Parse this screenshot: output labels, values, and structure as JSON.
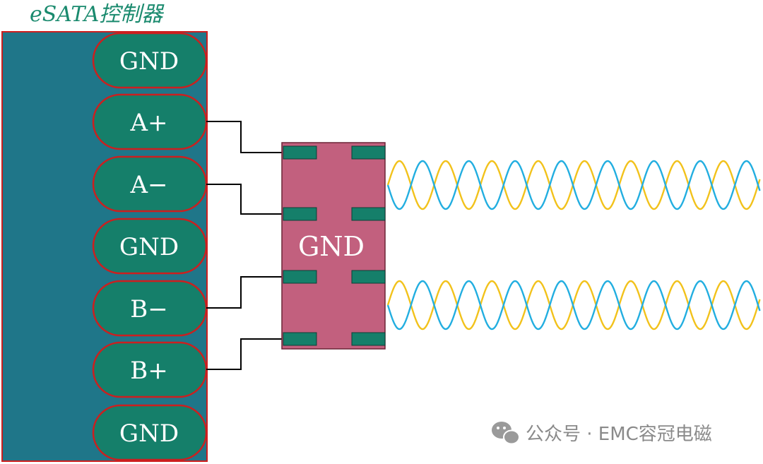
{
  "title": "eSATA控制器",
  "controller": {
    "pins": [
      "GND",
      "A+",
      "A−",
      "GND",
      "B−",
      "B+",
      "GND"
    ]
  },
  "chip": {
    "label": "GND"
  },
  "watermark": {
    "text": "公众号 · EMC容冠电磁",
    "icon": "wechat-icon"
  },
  "colors": {
    "title": "#1a8a6e",
    "controller_fill": "#1f7689",
    "controller_border": "#cc1f1f",
    "pin_fill": "#157f6a",
    "pin_border": "#cc1f1f",
    "chip_fill": "#c2607e",
    "chip_border": "#6a2436",
    "pad_fill": "#157f6a",
    "wire": "#000000",
    "wave_yellow": "#f2c21b",
    "wave_blue": "#22aee0"
  }
}
